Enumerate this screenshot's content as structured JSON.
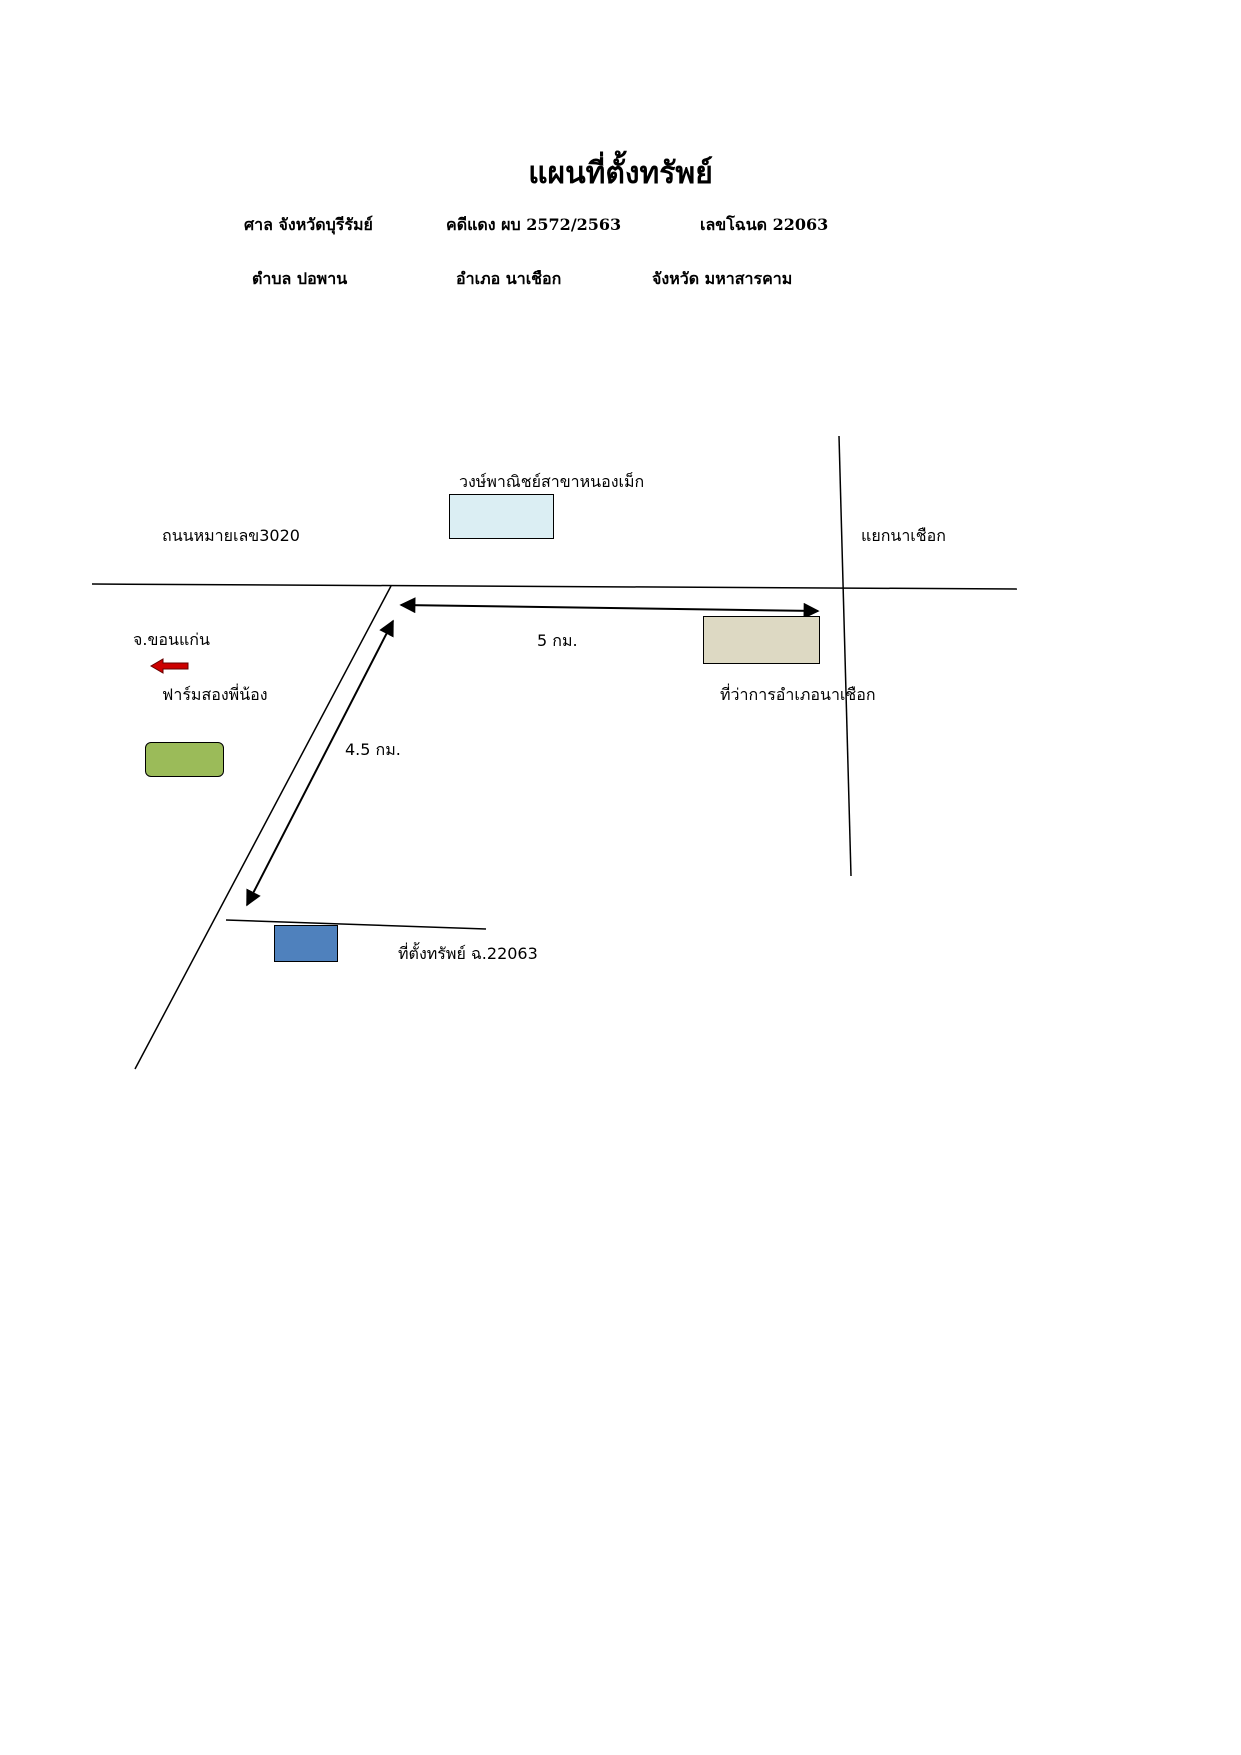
{
  "title": "แผนที่ตั้งทรัพย์",
  "header": {
    "court": "ศาล จังหวัดบุรีรัมย์",
    "case": "คดีแดง ผบ 2572/2563",
    "deed": "เลขโฉนด 22063",
    "subdistrict": "ตำบล ปอพาน",
    "district": "อำเภอ นาเชือก",
    "province": "จังหวัด มหาสารคาม"
  },
  "map": {
    "labels": {
      "store": "วงษ์พาณิชย์สาขาหนองเม็ก",
      "highway": "ถนนหมายเลข3020",
      "junction": "แยกนาเชือก",
      "khonkaen": "จ.ขอนแก่น",
      "farm": "ฟาร์มสองพี่น้อง",
      "district_office": "ที่ว่าการอำเภอนาเชือก",
      "distance_east": "5 กม.",
      "distance_south": "4.5 กม.",
      "property": "ที่ตั้งทรัพย์ ฉ.22063"
    },
    "colors": {
      "store": "#dbeef3",
      "district_office": "#ddd9c3",
      "farm": "#9bbb59",
      "property": "#4f81bd",
      "arrow": "#cc0000"
    }
  }
}
